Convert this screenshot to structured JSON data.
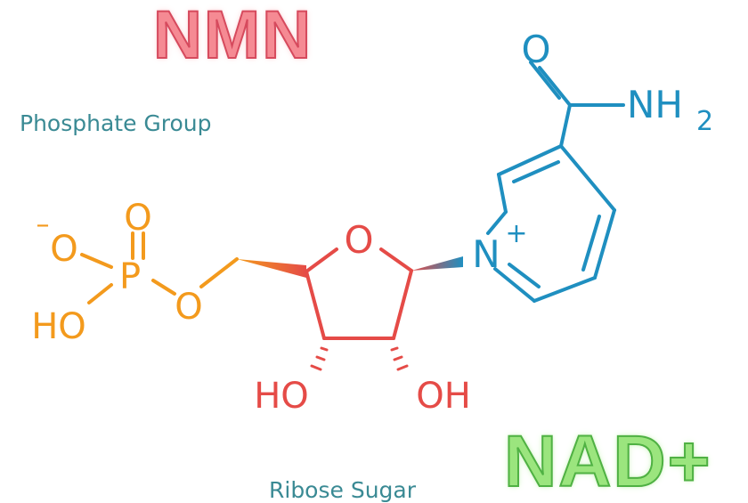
{
  "title": "NMN",
  "badge": "NAD+",
  "labels": {
    "phosphate_group": "Phosphate Group",
    "ribose_sugar": "Ribose Sugar"
  },
  "atoms": {
    "phosphate_oxygen_double": "O",
    "phosphate_oxygen_minus": "O",
    "minus_charge": "–",
    "phosphorus": "P",
    "phosphate_hydroxyl": "HO",
    "bridge_oxygen": "O",
    "ring_oxygen": "O",
    "ribose_hydroxyl_left": "HO",
    "ribose_hydroxyl_right": "OH",
    "nitrogen": "N",
    "plus_charge": "+",
    "amide_oxygen": "O",
    "amide_nh": "NH",
    "amide_subscript": "2"
  },
  "colors": {
    "phosphate": "#f39a1d",
    "ribose": "#e54b47",
    "nicotinamide": "#1f8fc0",
    "label": "#3a8a94",
    "title_fill": "#f58a93",
    "badge_fill": "#9be57e"
  }
}
